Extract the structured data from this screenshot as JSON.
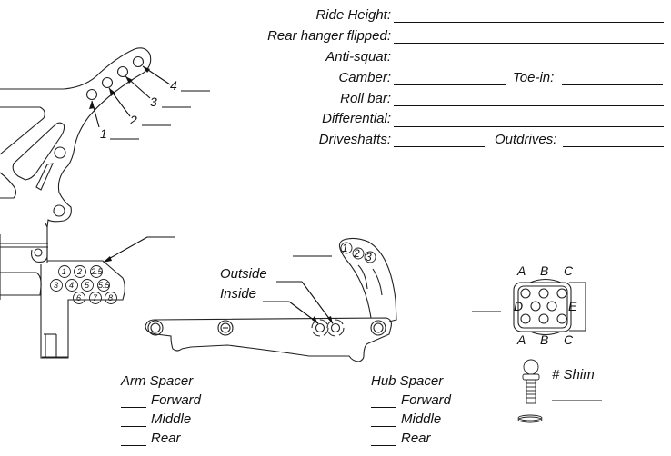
{
  "form": {
    "fields": [
      {
        "label": "Ride Height:",
        "value": ""
      },
      {
        "label": "Rear hanger flipped:",
        "value": ""
      },
      {
        "label": "Anti-squat:",
        "value": ""
      },
      {
        "label": "Camber:",
        "value": ""
      },
      {
        "label": "Toe-in:",
        "value": ""
      },
      {
        "label": "Roll bar:",
        "value": ""
      },
      {
        "label": "Differential:",
        "value": ""
      },
      {
        "label": "Driveshafts:",
        "value": ""
      },
      {
        "label": "Outdrives:",
        "value": ""
      }
    ]
  },
  "shock_tower": {
    "hole_labels": [
      "1",
      "2",
      "3",
      "4"
    ]
  },
  "hub_carrier": {
    "hole_labels": [
      "1",
      "2",
      "2.5",
      "3",
      "4",
      "5",
      "5.5",
      "6",
      "7",
      "8"
    ]
  },
  "arm": {
    "outside_label": "Outside",
    "inside_label": "Inside",
    "camber_link_holes": [
      "1",
      "2",
      "3"
    ]
  },
  "bulkhead": {
    "top_labels": [
      "A",
      "B",
      "C"
    ],
    "bottom_labels": [
      "A",
      "B",
      "C"
    ],
    "left_label": "D",
    "right_label": "E"
  },
  "shim": {
    "label": "# Shim"
  },
  "arm_spacer": {
    "title": "Arm Spacer",
    "items": [
      "Forward",
      "Middle",
      "Rear"
    ]
  },
  "hub_spacer": {
    "title": "Hub Spacer",
    "items": [
      "Forward",
      "Middle",
      "Rear"
    ]
  }
}
